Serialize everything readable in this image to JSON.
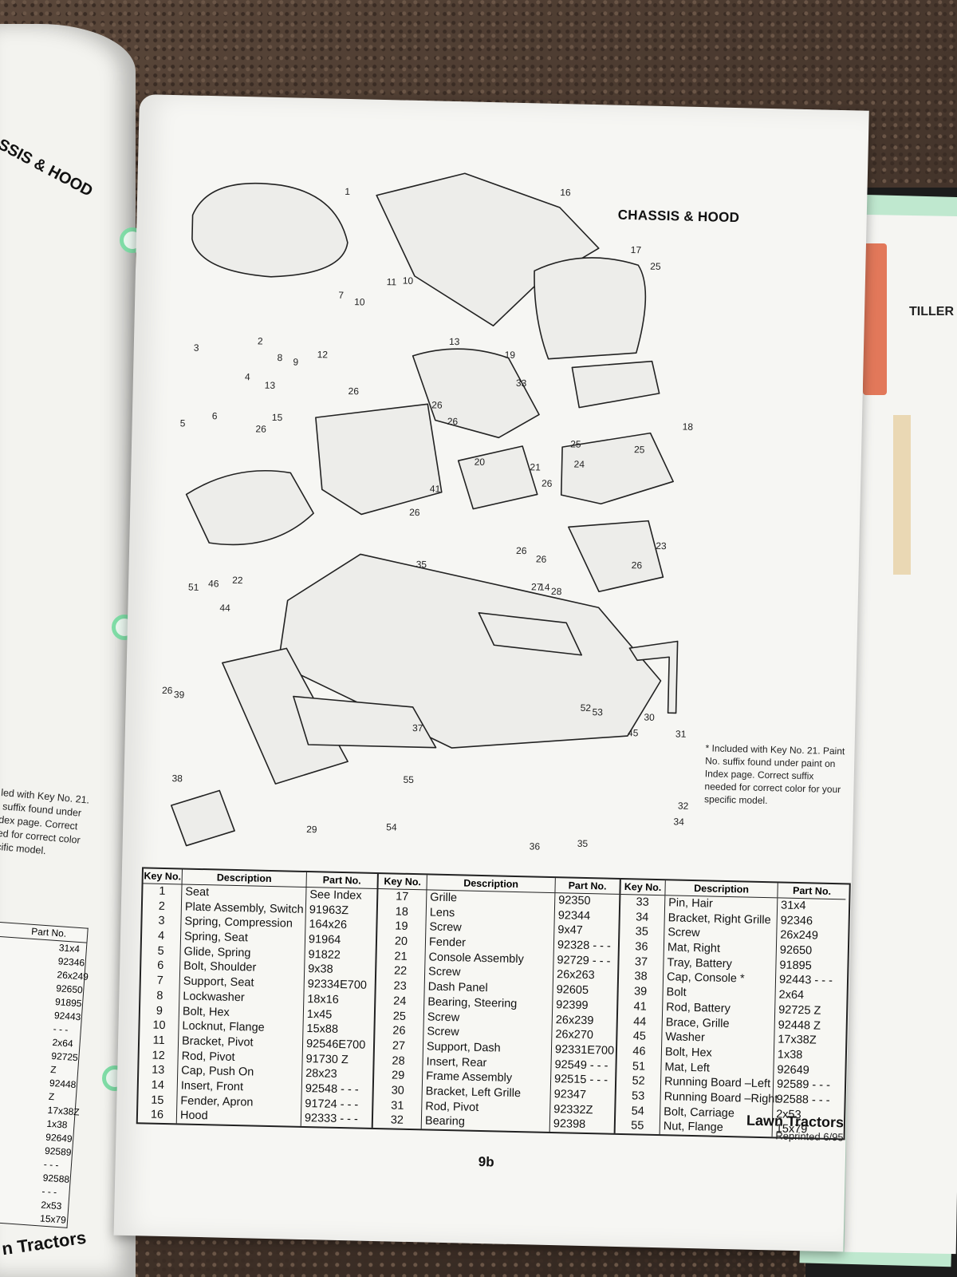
{
  "left_page": {
    "title": "SSIS & HOOD",
    "note": "led with Key No. 21.\n suffix found under\ndex page. Correct\ned for correct color\ncific model.",
    "table_header": "Part No.",
    "parts": [
      "31x4",
      "92346",
      "26x249",
      "92650",
      "91895",
      "92443 - - -",
      "2x64",
      "92725 Z",
      "92448 Z",
      "17x38Z",
      "1x38",
      "92649",
      "92589 - - -",
      "92588 - - -",
      "2x53",
      "15x79"
    ],
    "brand": "n Tractors"
  },
  "right_side": {
    "tab_text": "TILLER"
  },
  "page": {
    "title": "CHASSIS & HOOD",
    "footnote": "* Included with Key No. 21. Paint No. suffix found under paint on Index page. Correct suffix needed for correct color for your specific model.",
    "brand": "Lawn Tractors",
    "reprint": "Reprinted 6/95",
    "page_number": "9b",
    "diagram_labels": [
      "1",
      "2",
      "3",
      "4",
      "5",
      "6",
      "7",
      "8",
      "9",
      "10",
      "10",
      "11",
      "12",
      "13",
      "13",
      "14",
      "15",
      "16",
      "17",
      "18",
      "19",
      "20",
      "21",
      "22",
      "23",
      "24",
      "25",
      "25",
      "25",
      "26",
      "26",
      "26",
      "26",
      "26",
      "26",
      "26",
      "26",
      "26",
      "26",
      "27",
      "28",
      "29",
      "30",
      "31",
      "32",
      "33",
      "34",
      "35",
      "35",
      "36",
      "37",
      "38",
      "39",
      "41",
      "44",
      "45",
      "46",
      "51",
      "52",
      "53",
      "54",
      "55"
    ]
  },
  "parts_table": {
    "headers": {
      "key": "Key No.",
      "desc": "Description",
      "part": "Part No."
    },
    "columns": [
      {
        "keys": [
          "1",
          "2",
          "3",
          "4",
          "5",
          "6",
          "7",
          "8",
          "9",
          "10",
          "11",
          "12",
          "13",
          "14",
          "15",
          "16"
        ],
        "descs": [
          "Seat",
          "Plate Assembly, Switch",
          "Spring, Compression",
          "Spring, Seat",
          "Glide, Spring",
          "Bolt, Shoulder",
          "Support, Seat",
          "Lockwasher",
          "Bolt, Hex",
          "Locknut, Flange",
          "Bracket, Pivot",
          "Rod, Pivot",
          "Cap, Push On",
          "Insert, Front",
          "Fender, Apron",
          "Hood"
        ],
        "parts": [
          "See Index",
          "91963Z",
          "164x26",
          "91964",
          "91822",
          "9x38",
          "92334E700",
          "18x16",
          "1x45",
          "15x88",
          "92546E700",
          "91730 Z",
          "28x23",
          "92548 - - -",
          "91724 - - -",
          "92333 - - -"
        ]
      },
      {
        "keys": [
          "17",
          "18",
          "19",
          "20",
          "21",
          "22",
          "23",
          "24",
          "25",
          "26",
          "27",
          "28",
          "29",
          "30",
          "31",
          "32"
        ],
        "descs": [
          "Grille",
          "Lens",
          "Screw",
          "Fender",
          "Console Assembly",
          "Screw",
          "Dash Panel",
          "Bearing, Steering",
          "Screw",
          "Screw",
          "Support, Dash",
          "Insert, Rear",
          "Frame Assembly",
          "Bracket, Left Grille",
          "Rod, Pivot",
          "Bearing"
        ],
        "parts": [
          "92350",
          "92344",
          "9x47",
          "92328 - - -",
          "92729 - - -",
          "26x263",
          "92605",
          "92399",
          "26x239",
          "26x270",
          "92331E700",
          "92549 - - -",
          "92515 - - -",
          "92347",
          "92332Z",
          "92398"
        ]
      },
      {
        "keys": [
          "33",
          "34",
          "35",
          "36",
          "37",
          "38",
          "39",
          "41",
          "44",
          "45",
          "46",
          "51",
          "52",
          "53",
          "54",
          "55"
        ],
        "descs": [
          "Pin, Hair",
          "Bracket, Right Grille",
          "Screw",
          "Mat, Right",
          "Tray, Battery",
          "Cap, Console *",
          "Bolt",
          "Rod, Battery",
          "Brace, Grille",
          "Washer",
          "Bolt, Hex",
          "Mat, Left",
          "Running Board –Left",
          "Running Board –Right",
          "Bolt, Carriage",
          "Nut, Flange"
        ],
        "parts": [
          "31x4",
          "92346",
          "26x249",
          "92650",
          "91895",
          "92443 - - -",
          "2x64",
          "92725 Z",
          "92448 Z",
          "17x38Z",
          "1x38",
          "92649",
          "92589 - - -",
          "92588 - - -",
          "2x53",
          "15x79"
        ]
      }
    ]
  },
  "colors": {
    "page": "#f6f6f3",
    "binder_green": "#bfe8cf",
    "ring": "#7fdca6",
    "ink": "#222222"
  }
}
